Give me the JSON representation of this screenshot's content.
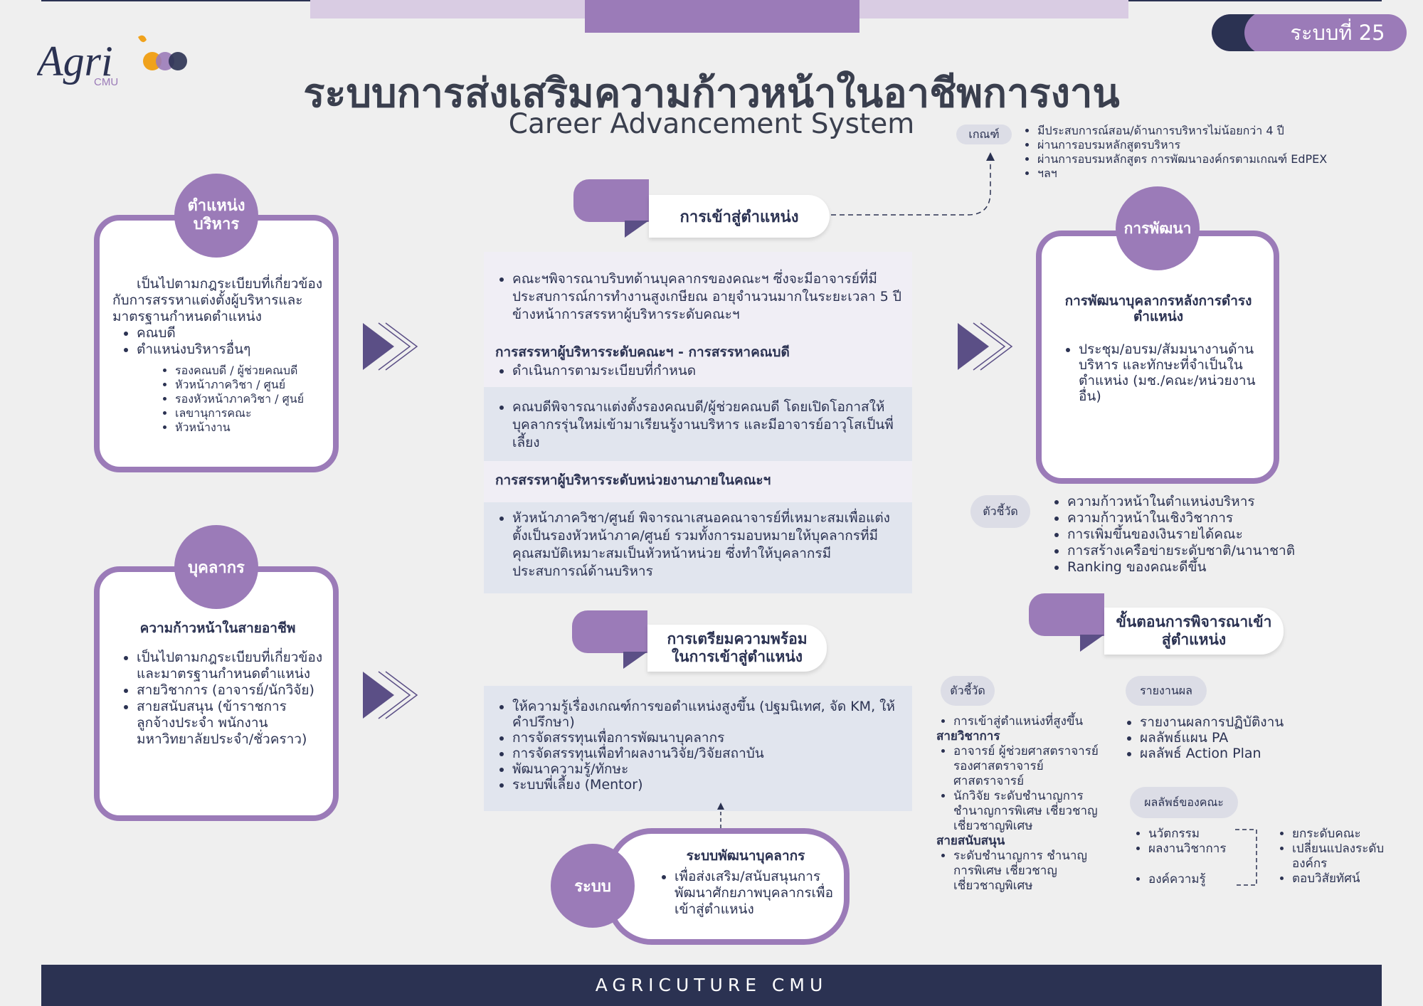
{
  "badge": "ระบบที่ 25",
  "logo": {
    "text": "Agri",
    "sub": "CMU"
  },
  "title_th": "ระบบการส่งเสริมความก้าวหน้าในอาชีพการงาน",
  "title_en": "Career Advancement System",
  "criteria": {
    "label": "เกณฑ์",
    "items": [
      "มีประสบการณ์สอน/ด้านการบริหารไม่น้อยกว่า 4 ปี",
      "ผ่านการอบรมหลักสูตรบริหาร",
      "ผ่านการอบรมหลักสูตร การพัฒนาองค์กรตามเกณฑ์ EdPEX",
      "ฯลฯ"
    ]
  },
  "admin_position": {
    "circle_line1": "ตำแหน่ง",
    "circle_line2": "บริหาร",
    "intro": "เป็นไปตามกฎระเบียบที่เกี่ยวข้องกับการสรรหาแต่งตั้งผู้บริหารและมาตรฐานกำหนดตำแหน่ง",
    "items": [
      "คณบดี",
      "ตำแหน่งบริหารอื่นๆ"
    ],
    "sub_items": [
      "รองคณบดี / ผู้ช่วยคณบดี",
      "หัวหน้าภาควิชา / ศูนย์",
      "รองหัวหน้าภาควิชา / ศูนย์",
      "เลขานุการคณะ",
      "หัวหน้างาน"
    ]
  },
  "personnel": {
    "circle": "บุคลากร",
    "heading": "ความก้าวหน้าในสายอาชีพ",
    "items": [
      "เป็นไปตามกฎระเบียบที่เกี่ยวข้องและมาตรฐานกำหนดตำแหน่ง",
      "สายวิชาการ (อาจารย์/นักวิจัย)",
      "สายสนับสนุน (ข้าราชการ ลูกจ้างประจำ พนักงานมหาวิทยาลัยประจำ/ชั่วคราว)"
    ]
  },
  "entry": {
    "tab": "การเข้าสู่ตำแหน่ง",
    "block1": "คณะฯพิจารณาบริบทด้านบุคลากรของคณะฯ ซึ่งจะมีอาจารย์ที่มีประสบการณ์การทำงานสูงเกษียณ อายุจำนวนมากในระยะเวลา 5 ปี ข้างหน้าการสรรหาผู้บริหารระดับคณะฯ",
    "heading2": "การสรรหาผู้บริหารระดับคณะฯ - การสรรหาคณบดี",
    "block2": "ดำเนินการตามระเบียบที่กำหนด",
    "block3": "คณบดีพิจารณาแต่งตั้งรองคณบดี/ผู้ช่วยคณบดี โดยเปิดโอกาสให้บุคลากรรุ่นใหม่เข้ามาเรียนรู้งานบริหาร และมีอาจารย์อาวุโสเป็นพี่เลี้ยง",
    "heading4": "การสรรหาผู้บริหารระดับหน่วยงานภายในคณะฯ",
    "block4": "หัวหน้าภาควิชา/ศูนย์ พิจารณาเสนอคณาจารย์ที่เหมาะสมเพื่อแต่งตั้งเป็นรองหัวหน้าภาค/ศูนย์ รวมทั้งการมอบหมายให้บุคลากรที่มีคุณสมบัติเหมาะสมเป็นหัวหน้าหน่วย ซึ่งทำให้บุคลากรมีประสบการณ์ด้านบริหาร"
  },
  "prep": {
    "tab_line1": "การเตรียมความพร้อม",
    "tab_line2": "ในการเข้าสู่ตำแหน่ง",
    "items": [
      "ให้ความรู้เรื่องเกณฑ์การขอตำแหน่งสูงขึ้น (ปฐมนิเทศ, จัด KM, ให้คำปรึกษา)",
      "การจัดสรรทุนเพื่อการพัฒนาบุคลากร",
      "การจัดสรรทุนเพื่อทำผลงานวิจัย/วิจัยสถาบัน",
      "พัฒนาความรู้/ทักษะ",
      "ระบบพี่เลี้ยง (Mentor)"
    ]
  },
  "system": {
    "circle": "ระบบ",
    "heading": "ระบบพัฒนาบุคลากร",
    "item": "เพื่อส่งเสริม/สนับสนุนการพัฒนาศักยภาพบุคลากรเพื่อเข้าสู่ตำแหน่ง"
  },
  "development": {
    "circle": "การพัฒนา",
    "heading": "การพัฒนาบุคลากรหลังการดำรงตำแหน่ง",
    "item": "ประชุม/อบรม/สัมมนางานด้านบริหาร และทักษะที่จำเป็นในตำแหน่ง (มช./คณะ/หน่วยงานอื่น)"
  },
  "indicators_top": {
    "label": "ตัวชี้วัด",
    "items": [
      "ความก้าวหน้าในตำแหน่งบริหาร",
      "ความก้าวหน้าในเชิงวิชาการ",
      "การเพิ่มขึ้นของเงินรายได้คณะ",
      "การสร้างเครือข่ายระดับชาติ/นานาชาติ",
      "Ranking ของคณะดีขึ้น"
    ]
  },
  "steps": {
    "tab_line1": "ขั้นตอนการพิจารณาเข้า",
    "tab_line2": "สู่ตำแหน่ง"
  },
  "indicators_bottom": {
    "label": "ตัวชี้วัด",
    "item0": "การเข้าสู่ตำแหน่งที่สูงขึ้น",
    "academic_label": "สายวิชาการ",
    "academic_items": [
      "อาจารย์ ผู้ช่วยศาสตราจารย์ รองศาสตราจารย์ ศาสตราจารย์",
      "นักวิจัย ระดับชำนาญการ ชำนาญการพิเศษ เชี่ยวชาญ เชี่ยวชาญพิเศษ"
    ],
    "support_label": "สายสนับสนุน",
    "support_items": [
      "ระดับชำนาญการ ชำนาญการพิเศษ เชี่ยวชาญ เชี่ยวชาญพิเศษ"
    ]
  },
  "report": {
    "label": "รายงานผล",
    "items": [
      "รายงานผลการปฏิบัติงาน",
      "ผลลัพธ์แผน PA",
      "ผลลัพธ์ Action Plan"
    ]
  },
  "outcome": {
    "label": "ผลลัพธ์ของคณะ",
    "left_items": [
      "นวัตกรรม",
      "ผลงานวิชาการ"
    ],
    "left_item3": "องค์ความรู้",
    "right_items": [
      "ยกระดับคณะ",
      "เปลี่ยนแปลงระดับองค์กร",
      "ตอบวิสัยทัศน์"
    ]
  },
  "footer": "AGRICUTURE CMU"
}
